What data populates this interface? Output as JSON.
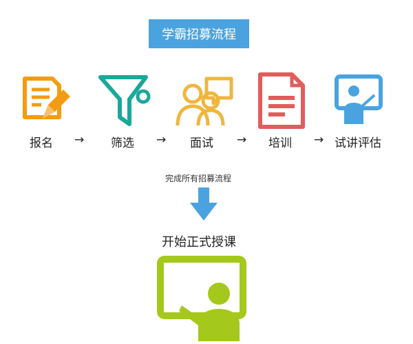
{
  "title": "学霸招募流程",
  "steps": [
    {
      "label": "报名",
      "icon": "signup-form-pencil-icon",
      "color": "#f39c12"
    },
    {
      "label": "筛选",
      "icon": "filter-funnel-icon",
      "color": "#1aa89a"
    },
    {
      "label": "面试",
      "icon": "interview-people-speech-icon",
      "color": "#f0b63c"
    },
    {
      "label": "培训",
      "icon": "training-document-icon",
      "color": "#e25c5c"
    },
    {
      "label": "试讲评估",
      "icon": "trial-lecture-whiteboard-icon",
      "color": "#4aa3df"
    }
  ],
  "arrow_symbol": "→",
  "caption": "完成所有招募流程",
  "final": {
    "label": "开始正式授课",
    "icon": "teaching-board-icon",
    "color": "#a5c81c"
  },
  "accent": "#4aa3df"
}
